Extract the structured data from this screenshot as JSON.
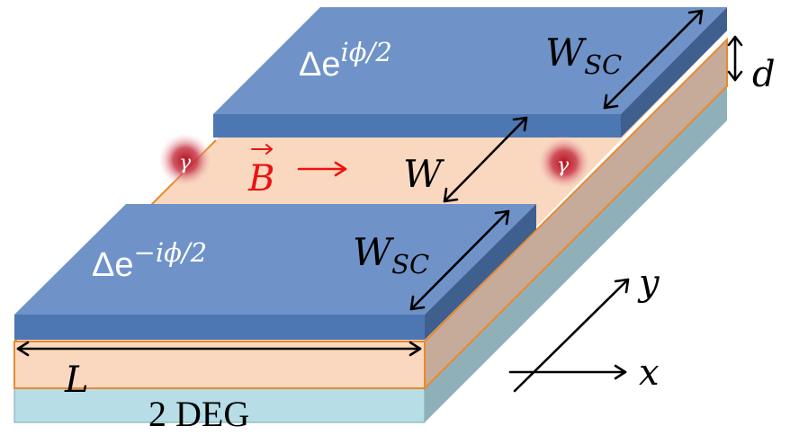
{
  "labels": {
    "top_gap": "Δe",
    "top_gap_exp": "iϕ/2",
    "bottom_gap": "Δe",
    "bottom_gap_exp": "−iϕ/2",
    "w_sc_main": "W",
    "w_sc_sub": "SC",
    "w": "W",
    "d": "d",
    "l": "L",
    "b_field": "B",
    "gamma": "γ",
    "two_deg": "2 DEG",
    "axis_x": "x",
    "axis_y": "y"
  },
  "colors": {
    "sc_top": "#6f93c8",
    "sc_front": "#4d77b3",
    "sc_side": "#3f5f8f",
    "semi_top": "#fad8bf",
    "semi_side": "#c7ab9a",
    "semi_edge": "#e8892f",
    "deg_front": "#b7dde6",
    "deg_side": "#8fb0b8",
    "field": "#ee1111",
    "ink": "#000000"
  }
}
